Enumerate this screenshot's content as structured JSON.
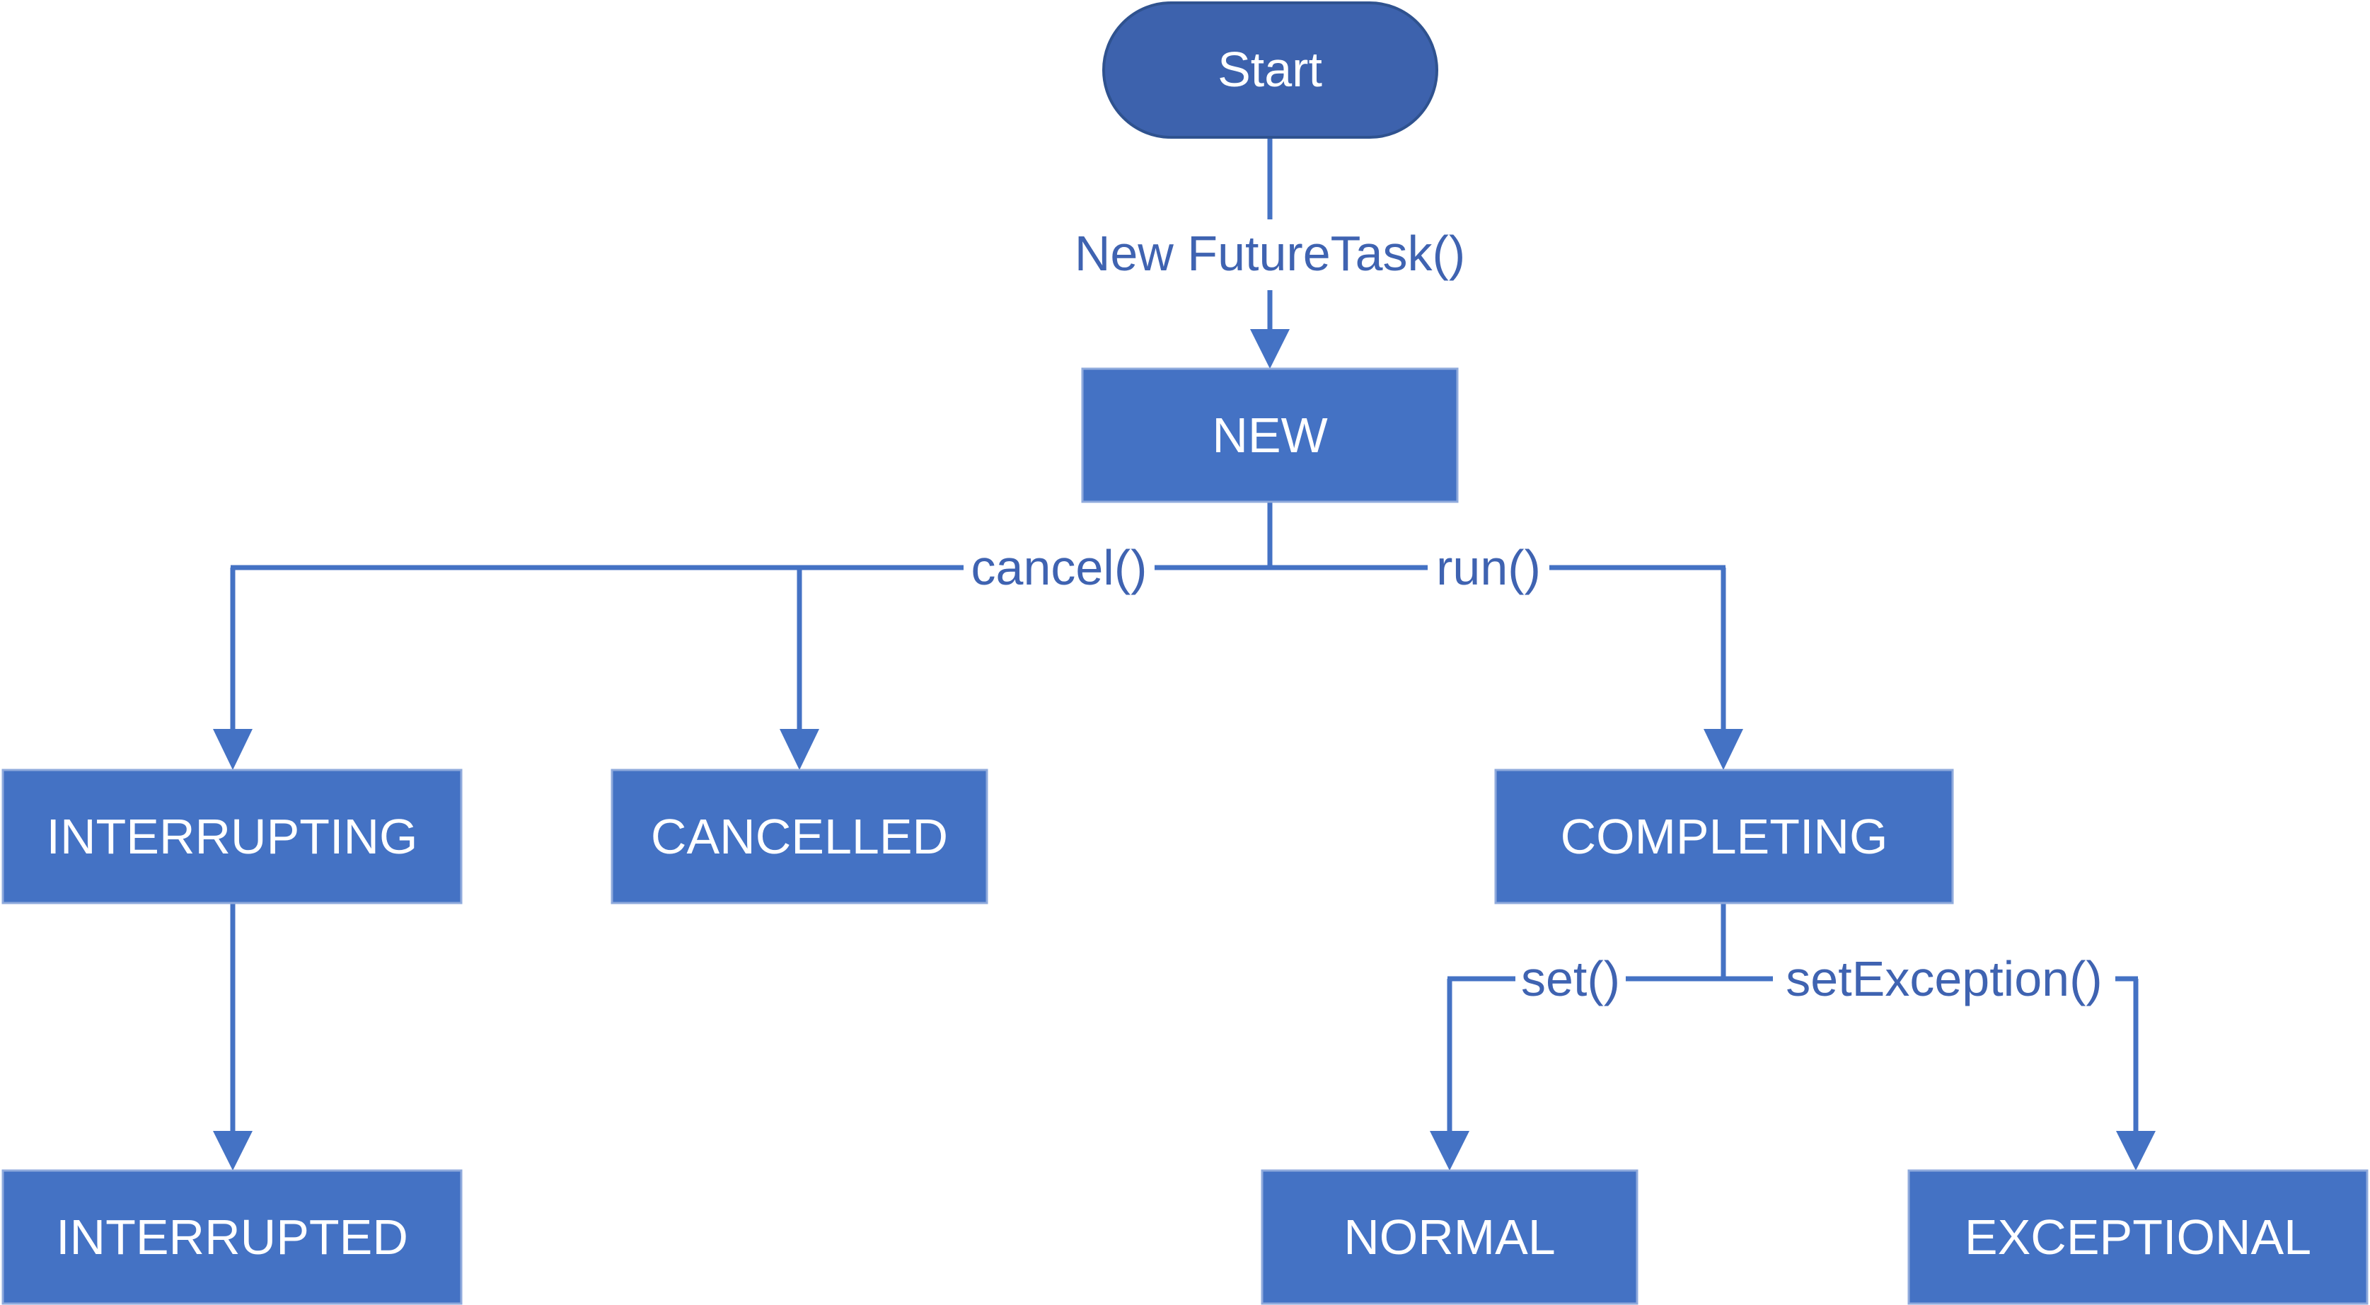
{
  "colors": {
    "node_fill": "#4472c4",
    "start_fill": "#3d62ad",
    "node_border": "#2f528f",
    "line": "#4472c4",
    "label_text": "#3f63b1",
    "node_text": "#ffffff"
  },
  "nodes": {
    "start": "Start",
    "new": "NEW",
    "interrupting": "INTERRUPTING",
    "cancelled": "CANCELLED",
    "completing": "COMPLETING",
    "interrupted": "INTERRUPTED",
    "normal": "NORMAL",
    "exceptional": "EXCEPTIONAL"
  },
  "edges": {
    "new_futuretask": "New FutureTask()",
    "cancel": "cancel()",
    "run": "run()",
    "set": "set()",
    "set_exception": "setException()"
  }
}
